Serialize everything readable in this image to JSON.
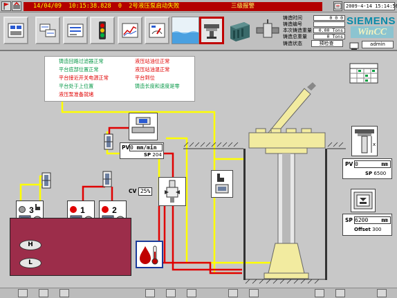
{
  "alarm_bar": {
    "date": "14/04/09",
    "time": "10:15:38.828",
    "code": "0",
    "message": "2号液压泵启动失败",
    "level": "三级报警",
    "datetime": "2009-4-14 15:14:56"
  },
  "toolbar": {
    "buttons": [
      {
        "name": "overview"
      },
      {
        "name": "process"
      },
      {
        "name": "flow"
      },
      {
        "name": "signal"
      },
      {
        "name": "trend"
      },
      {
        "name": "speed"
      },
      {
        "name": "water"
      },
      {
        "name": "hydraulic"
      },
      {
        "name": "plc"
      },
      {
        "name": "valve"
      }
    ]
  },
  "cast_info": {
    "time_label": "铸造时间",
    "time_value": "0  0  0",
    "number_label": "铸造编号",
    "weight_label": "本次铸造重量",
    "weight_value": "0.00 Tons",
    "total_label": "铸造总重量",
    "total_value": "0 Tons",
    "state_label": "铸造状态",
    "state_value": "预检查",
    "user": "admin"
  },
  "brand": {
    "siemens": "SIEMENS",
    "wincc": "WinCC"
  },
  "status_lines": {
    "left": [
      {
        "text": "铸造回路过滤器正常",
        "color": "green"
      },
      {
        "text": "平台底部位置正常",
        "color": "green"
      },
      {
        "text": "平台接近开关电源正常",
        "color": "red"
      },
      {
        "text": "平台处于上位置",
        "color": "green"
      },
      {
        "text": "液压泵准备就绪",
        "color": "red"
      }
    ],
    "right": [
      {
        "text": "液压站油位正常",
        "color": "red"
      },
      {
        "text": "液压站油温正常",
        "color": "red"
      },
      {
        "text": "平台到位",
        "color": "red"
      },
      {
        "text": "铸造长度和速度是零",
        "color": "green"
      }
    ]
  },
  "flow_panel": {
    "pv_label": "PV",
    "pv_value": "0",
    "unit": "mm/min",
    "sp_label": "SP",
    "sp_value": "204"
  },
  "cv_panel": {
    "label": "CV",
    "value": "25",
    "unit": "%"
  },
  "position_panel": {
    "pv_label": "PV",
    "pv_value": "0",
    "unit": "mm",
    "sp_label": "SP",
    "sp_value": "6500"
  },
  "offset_panel": {
    "sp_label": "SP",
    "sp_value": "6200",
    "unit": "mm",
    "offset_label": "Offset",
    "offset_value": "300"
  },
  "pumps": [
    {
      "number": "3",
      "status": "stopped",
      "status_color": "#9a9a9a"
    },
    {
      "number": "1",
      "status": "fault",
      "status_color": "#e00000"
    },
    {
      "number": "2",
      "status": "fault",
      "status_color": "#e00000"
    }
  ],
  "tank": {
    "high_label": "H",
    "low_label": "L"
  },
  "colors": {
    "alarm": "#b30000",
    "pipe_yellow": "#ffff00",
    "pipe_red": "#e00000",
    "tank": "#9c2d4a",
    "siemens": "#0a8aa8"
  }
}
